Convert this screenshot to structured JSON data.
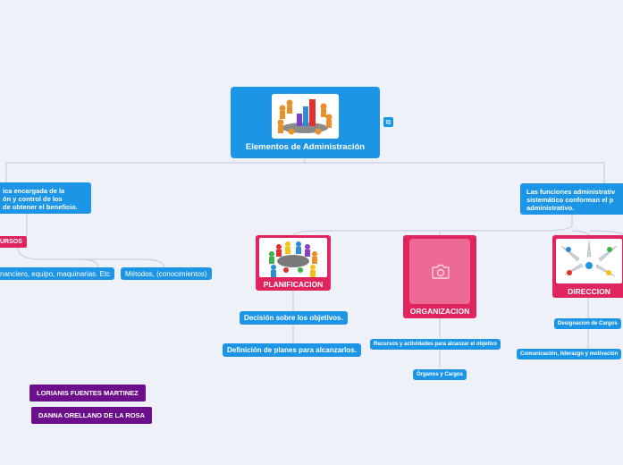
{
  "root": {
    "title": "Elementos de Administración",
    "image": "business-meeting-chart-image",
    "link_icon": "⧉"
  },
  "left_branch": {
    "text_lines": [
      "ica encargada de la",
      "ón y control de los",
      "de obtener el beneficio."
    ],
    "recursos_label": "URSOS",
    "items": [
      "nanciero, equipo, maquinarias. Etc",
      "Métodos, (conocimientos)"
    ]
  },
  "right_branch": {
    "text_lines": [
      "Las funciones administrativ",
      "sistemático conforman el p",
      "administrativo."
    ]
  },
  "categories": [
    {
      "title": "PLANIFICACION",
      "color": "#e0245e",
      "children": [
        "Decisión sobre los objetivos.",
        "Definición de planes para alcanzarlos."
      ]
    },
    {
      "title": "ORGANIZACION",
      "color": "#e0245e",
      "children": [
        "Recursos y actividades para alcanzar el objetivo",
        "Órganos y Cargos"
      ]
    },
    {
      "title": "DIRECCION",
      "color": "#e0245e",
      "children": [
        "Designacion de Cargos",
        "Comunicación, liderazgo y motivación"
      ]
    }
  ],
  "authors": [
    "LORIANIS FUENTES MARTINEZ",
    "DANNA ORELLANO DE LA ROSA"
  ],
  "colors": {
    "background": "#eef1f8",
    "primary_blue": "#1d95e6",
    "pink": "#e0245e",
    "purple": "#6c0f8a",
    "connector": "#c9cfdb"
  }
}
